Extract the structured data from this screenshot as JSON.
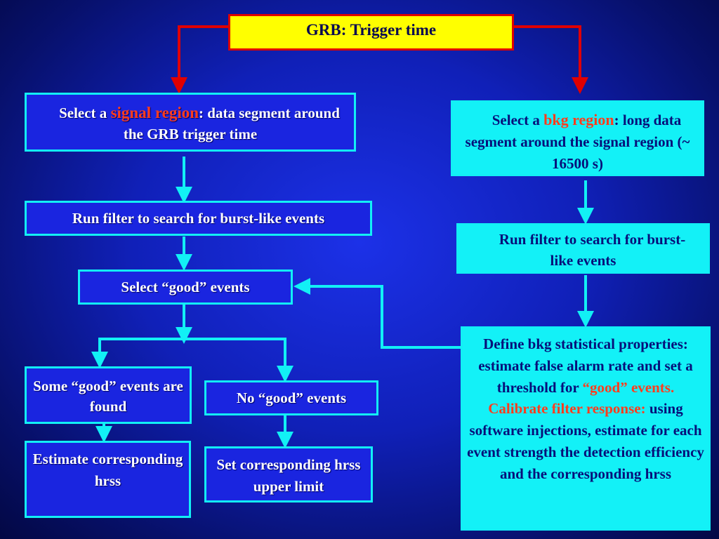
{
  "title": "GRB: Trigger time",
  "signal": {
    "pre": "Select a ",
    "highlight": "signal region",
    "post": ": data segment around the GRB trigger time"
  },
  "bkg": {
    "pre": "Select a ",
    "highlight": "bkg region",
    "post": ": long data segment around the signal region (~ 16500 s)"
  },
  "run_filter_left": "Run filter to search for burst-like events",
  "run_filter_right": "Run filter to search  for burst-like events",
  "select_good": "Select “good” events",
  "some_good": "Some “good” events are found",
  "no_good": "No “good” events",
  "estimate": "Estimate corresponding hrss",
  "upper_limit": "Set corresponding hrss upper limit",
  "define": {
    "pre": "Define bkg statistical properties: estimate false alarm rate and set a threshold for ",
    "highlight": "“good” events. Calibrate filter response:",
    "post": " using software injections, estimate for each event strength the detection efficiency and the corresponding hrss"
  },
  "colors": {
    "background": "#1a25e0",
    "title_box": "#ffff00",
    "title_border": "#e00000",
    "border": "#12f0f5",
    "cyan_box": "#13f1f7",
    "highlight": "#ff3d1e",
    "arrow_red": "#e00000",
    "arrow_cyan": "#12f0f5"
  }
}
